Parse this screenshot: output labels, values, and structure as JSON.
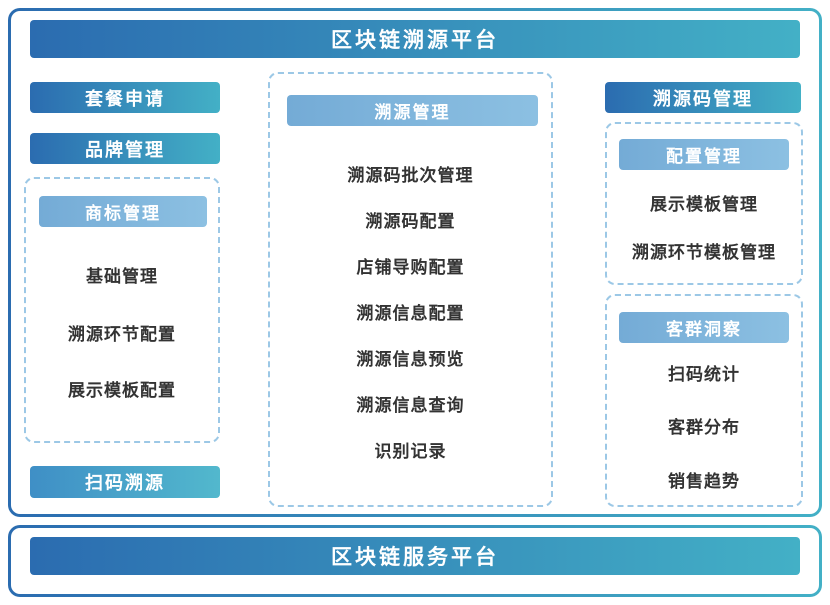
{
  "header": {
    "title": "区块链溯源平台"
  },
  "footer": {
    "title": "区块链服务平台"
  },
  "left_column": {
    "package_button": "套餐申请",
    "brand_button": "品牌管理",
    "trademark_group": {
      "title": "商标管理",
      "items": [
        "基础管理",
        "溯源环节配置",
        "展示模板配置"
      ]
    },
    "scan_button": "扫码溯源"
  },
  "middle_column": {
    "trace_group": {
      "title": "溯源管理",
      "items": [
        "溯源码批次管理",
        "溯源码配置",
        "店铺导购配置",
        "溯源信息配置",
        "溯源信息预览",
        "溯源信息查询",
        "识别记录"
      ]
    }
  },
  "right_column": {
    "trace_code_button": "溯源码管理",
    "config_group": {
      "title": "配置管理",
      "items": [
        "展示模板管理",
        "溯源环节模板管理"
      ]
    },
    "customer_group": {
      "title": "客群洞察",
      "items": [
        "扫码统计",
        "客群分布",
        "销售趋势"
      ]
    }
  },
  "colors": {
    "gradient_start": "#2b6cb0",
    "gradient_end": "#43b0c6",
    "light_header_start": "#74abd6",
    "light_header_end": "#8cc0e2",
    "dashed_border": "#9cc8e6",
    "item_text": "#333333"
  }
}
